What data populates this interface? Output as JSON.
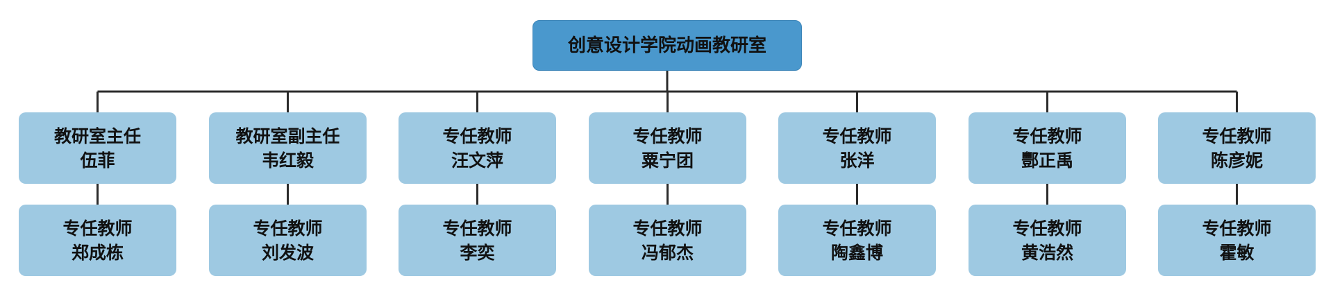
{
  "colors": {
    "root_fill": "#4a98cd",
    "node_fill": "#9ec9e2",
    "line": "#2b2b2b"
  },
  "root": {
    "title": "创意设计学院动画教研室"
  },
  "columns": [
    {
      "upper": {
        "role": "教研室主任",
        "name": "伍菲"
      },
      "lower": {
        "role": "专任教师",
        "name": "郑成栋"
      }
    },
    {
      "upper": {
        "role": "教研室副主任",
        "name": "韦红毅"
      },
      "lower": {
        "role": "专任教师",
        "name": "刘发波"
      }
    },
    {
      "upper": {
        "role": "专任教师",
        "name": "汪文萍"
      },
      "lower": {
        "role": "专任教师",
        "name": "李奕"
      }
    },
    {
      "upper": {
        "role": "专任教师",
        "name": "粟宁团"
      },
      "lower": {
        "role": "专任教师",
        "name": "冯郁杰"
      }
    },
    {
      "upper": {
        "role": "专任教师",
        "name": "张洋"
      },
      "lower": {
        "role": "专任教师",
        "name": "陶鑫博"
      }
    },
    {
      "upper": {
        "role": "专任教师",
        "name": "酆正禹"
      },
      "lower": {
        "role": "专任教师",
        "name": "黄浩然"
      }
    },
    {
      "upper": {
        "role": "专任教师",
        "name": "陈彦妮"
      },
      "lower": {
        "role": "专任教师",
        "name": "霍敏"
      }
    }
  ]
}
